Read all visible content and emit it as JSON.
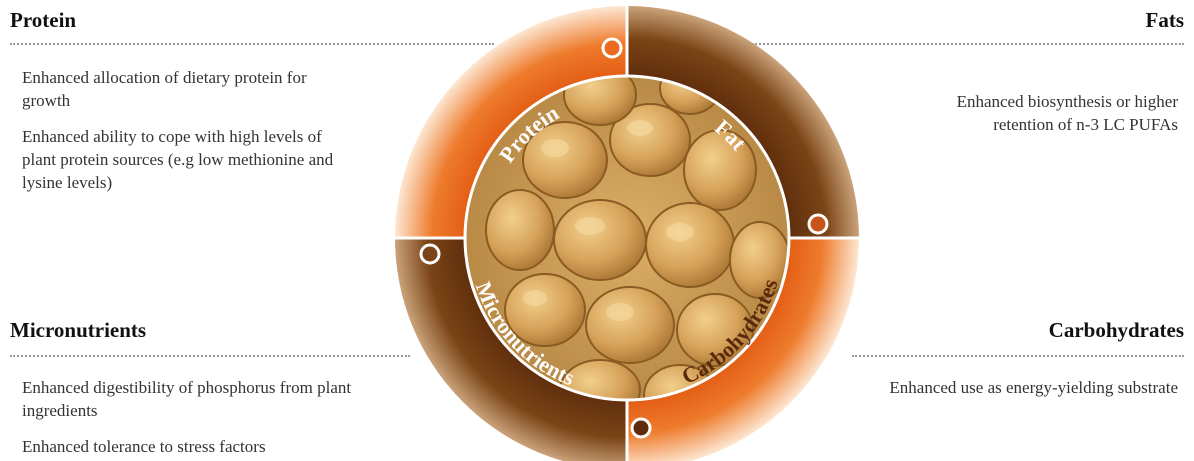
{
  "protein": {
    "heading": "Protein",
    "items": [
      "Enhanced allocation of dietary protein for growth",
      "Enhanced ability to cope with high levels of plant protein sources (e.g low methionine and lysine levels)"
    ]
  },
  "fats": {
    "heading": "Fats",
    "items": [
      "Enhanced biosynthesis or higher retention of n-3 LC PUFAs"
    ]
  },
  "micronutrients": {
    "heading": "Micronutrients",
    "items": [
      "Enhanced digestibility of phosphorus from plant ingredients",
      "Enhanced tolerance to stress factors"
    ]
  },
  "carbohydrates": {
    "heading": "Carbohydrates",
    "items": [
      "Enhanced use as energy-yielding substrate"
    ]
  },
  "wheel": {
    "segments": [
      {
        "label": "Protein",
        "color": "#e25a12"
      },
      {
        "label": "Fat",
        "color": "#6b3511"
      },
      {
        "label": "Carbohydrates",
        "color": "#e25a12"
      },
      {
        "label": "Micronutrients",
        "color": "#6b3511"
      }
    ],
    "center_image": "feed-pellets-photo"
  }
}
